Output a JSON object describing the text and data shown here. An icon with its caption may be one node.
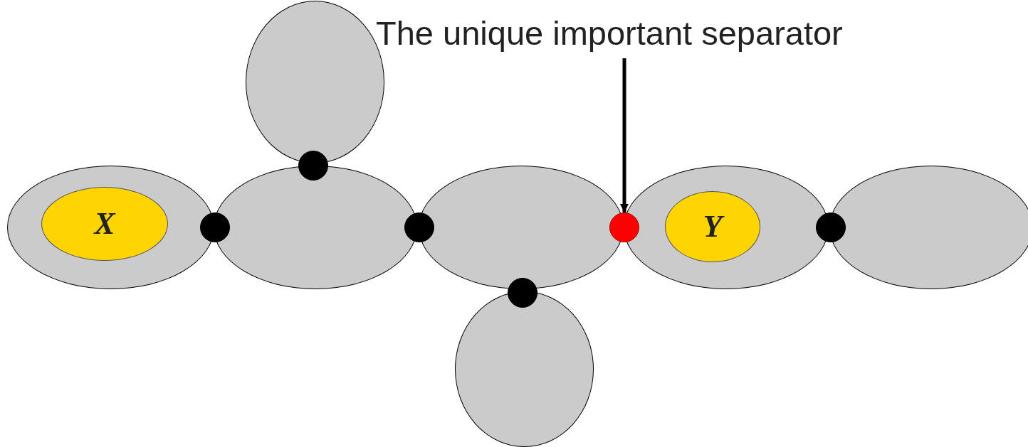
{
  "diagram": {
    "nodes": [
      {
        "text": [
          "The unique important separator"
        ]
      },
      {
        "text": [],
        "shape": "ellipse"
      },
      {
        "text": [],
        "shape": "circle"
      },
      {
        "text": [],
        "shape": "ellipse"
      },
      {
        "text": [
          "X"
        ],
        "in": 3
      },
      {
        "text": [],
        "shape": "circle"
      },
      {
        "text": [],
        "shape": "ellipse"
      },
      {
        "text": [],
        "shape": "circle"
      },
      {
        "text": [],
        "shape": "ellipse"
      },
      {
        "text": [],
        "shape": "circle"
      },
      {
        "text": [],
        "shape": "ellipse"
      },
      {
        "text": [
          "Y"
        ],
        "in": 10
      },
      {
        "text": [],
        "shape": "circle"
      },
      {
        "text": [],
        "shape": "ellipse"
      },
      {
        "text": [],
        "shape": "circle"
      },
      {
        "text": [],
        "shape": "ellipse"
      }
    ],
    "edges": [
      {
        "from": 0,
        "to": 9,
        "arrow": "to"
      }
    ]
  }
}
